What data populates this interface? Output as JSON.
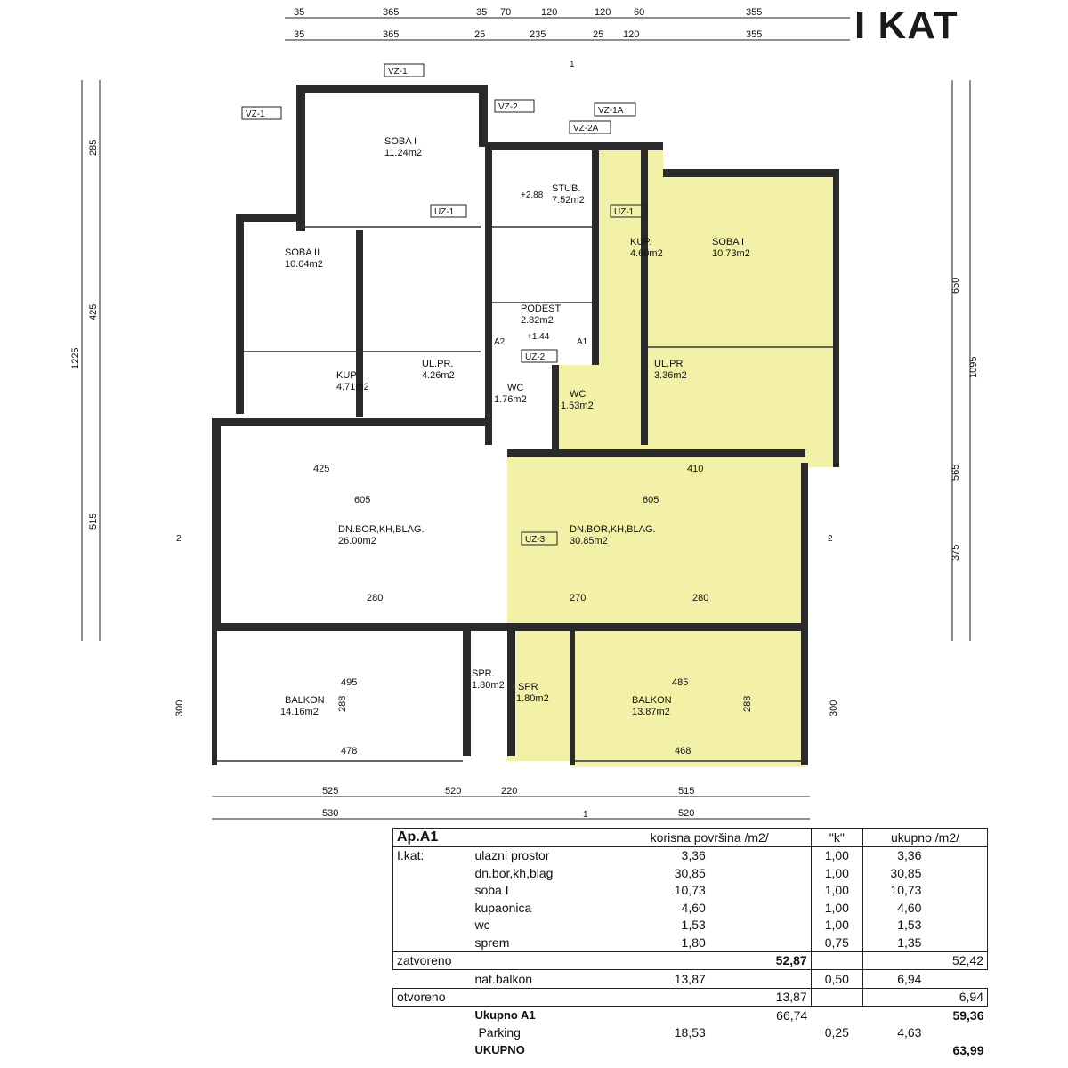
{
  "title": "I KAT",
  "colors": {
    "highlight": "#f3f0a8",
    "wall": "#2a2a2a"
  },
  "rooms": [
    {
      "name": "SOBA I",
      "area": "11.24m2"
    },
    {
      "name": "STUB.",
      "area": "7.52m2"
    },
    {
      "name": "SOBA I",
      "area": "10.73m2"
    },
    {
      "name": "SOBA II",
      "area": "10.04m2"
    },
    {
      "name": "KUP.",
      "area": "4.60m2"
    },
    {
      "name": "KUP.",
      "area": "4.71m2"
    },
    {
      "name": "UL.PR.",
      "area": "4.26m2"
    },
    {
      "name": "UL.PR",
      "area": "3.36m2"
    },
    {
      "name": "PODEST",
      "area": "2.82m2"
    },
    {
      "name": "WC",
      "area": "1.76m2"
    },
    {
      "name": "WC",
      "area": "1.53m2"
    },
    {
      "name": "DN.BOR,KH,BLAG.",
      "area": "26.00m2"
    },
    {
      "name": "DN.BOR,KH,BLAG.",
      "area": "30.85m2"
    },
    {
      "name": "BALKON",
      "area": "14.16m2"
    },
    {
      "name": "BALKON",
      "area": "13.87m2"
    },
    {
      "name": "SPR.",
      "area": "1.80m2"
    },
    {
      "name": "SPR",
      "area": "1.80m2"
    }
  ],
  "dims": {
    "top1": [
      "35",
      "365",
      "35",
      "70",
      "120",
      "120",
      "60",
      "355"
    ],
    "top2": [
      "35",
      "365",
      "25",
      "235",
      "25",
      "120",
      "355"
    ],
    "bottom1": [
      "525",
      "520",
      "220",
      "515"
    ],
    "bottom2": [
      "530",
      "520"
    ],
    "left_total": "1225",
    "left_mid": [
      "285",
      "425",
      "515"
    ],
    "right_total": "1095",
    "right_mid": [
      "650",
      "565",
      "375"
    ],
    "inner": [
      "605",
      "605",
      "425",
      "410",
      "280",
      "270",
      "280",
      "495",
      "485",
      "478",
      "468",
      "300",
      "300",
      "288",
      "288"
    ]
  },
  "tags": [
    "VZ-1",
    "VZ-2",
    "UZ-1",
    "UZ-2",
    "UZ-3",
    "VZ-1A",
    "VZ-2A",
    "A1",
    "A2",
    "1",
    "2",
    "+2.88",
    "+1.44"
  ],
  "table": {
    "header": {
      "apt": "Ap.A1",
      "col1": "korisna površina /m2/",
      "col2": "\"k\"",
      "col3": "ukupno /m2/"
    },
    "floor_label": "I.kat:",
    "rows": [
      {
        "name": "ulazni prostor",
        "area": "3,36",
        "k": "1,00",
        "total": "3,36"
      },
      {
        "name": "dn.bor,kh,blag",
        "area": "30,85",
        "k": "1,00",
        "total": "30,85"
      },
      {
        "name": "soba I",
        "area": "10,73",
        "k": "1,00",
        "total": "10,73"
      },
      {
        "name": "kupaonica",
        "area": "4,60",
        "k": "1,00",
        "total": "4,60"
      },
      {
        "name": "wc",
        "area": "1,53",
        "k": "1,00",
        "total": "1,53"
      },
      {
        "name": "sprem",
        "area": "1,80",
        "k": "0,75",
        "total": "1,35"
      }
    ],
    "closed": {
      "label": "zatvoreno",
      "area": "52,87",
      "total": "52,42"
    },
    "balcony": {
      "name": "nat.balkon",
      "area": "13,87",
      "k": "0,50",
      "total": "6,94"
    },
    "open": {
      "label": "otvoreno",
      "area": "13,87",
      "total": "6,94"
    },
    "sum_a1": {
      "label": "Ukupno A1",
      "area": "66,74",
      "total": "59,36"
    },
    "parking": {
      "label": "Parking",
      "area": "18,53",
      "k": "0,25",
      "total": "4,63"
    },
    "grand": {
      "label": "UKUPNO",
      "total": "63,99"
    }
  }
}
